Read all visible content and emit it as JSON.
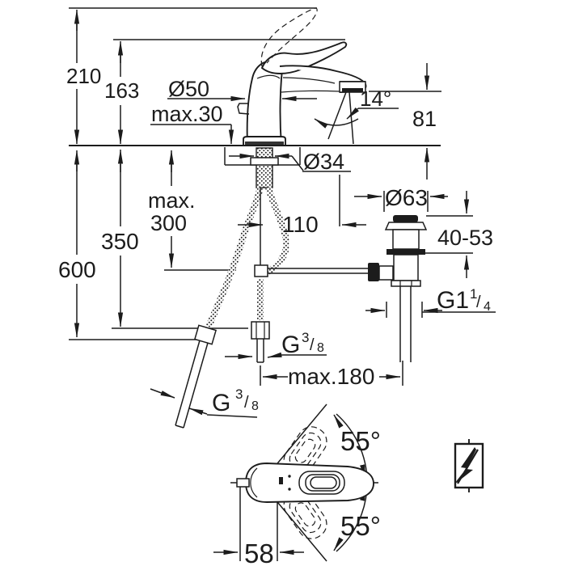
{
  "page": {
    "background": "#ffffff",
    "ink": "#1c1c1c"
  },
  "labels": {
    "overall_height": "210",
    "lever_height": "163",
    "body_diameter": "Ø50",
    "deck_thickness_max": "max.30",
    "aerator_angle": "14°",
    "spout_outlet_height": "81",
    "shank_diameter": "Ø34",
    "hose_drop_word": "max.",
    "hose_drop_value": "300",
    "hose_length_mid": "350",
    "hose_length_long": "600",
    "rod_to_waste_offset": "110",
    "waste_flange_diameter": "Ø63",
    "deck_clamping_range": "40-53",
    "waste_thread": {
      "base": "G1",
      "sup": "1",
      "slash": "/",
      "sub": "4"
    },
    "supply_pipe_thread": {
      "base": "G",
      "sup": "3",
      "slash": "/",
      "sub": "8"
    },
    "flex_hose_thread": {
      "base": "G",
      "sup": "3",
      "slash": "/",
      "sub": "8"
    },
    "spout_reach_max": "max.180",
    "lever_swivel_upper": "55°",
    "lever_swivel_lower": "55°",
    "lever_axis_offset": "58"
  },
  "icons": {
    "lightning_bolt": "crossed-lightning-bolt"
  }
}
